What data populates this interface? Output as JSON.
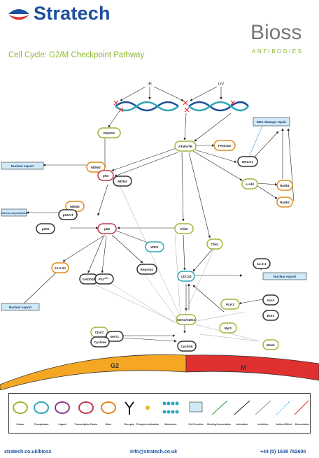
{
  "header": {
    "brand": "Stratech",
    "partner_logo": "Bioss",
    "partner_logo_sub": "ANTIBODIES",
    "title": "Cell Cycle: G2/M Checkpoint Pathway"
  },
  "stimuli": {
    "ir": "IR",
    "uv": "UV"
  },
  "nodes": {
    "dnapk": "DNAPK",
    "atm_atr": "ATM/ATR",
    "fancd2": "FANCD2",
    "brca1": "BRCA1",
    "c_abl": "c-Abl",
    "rad51": "Rad51",
    "rad52": "Rad52",
    "mdm2_a": "MDM2",
    "p53_a": "p53",
    "mdm4": "MDM4",
    "mdm2_b": "MDM2",
    "p19arf": "p19Arf",
    "p300": "p300",
    "p53_b": "p53",
    "wip1": "WIP1",
    "chk2": "Chk2",
    "chk1": "Chk1",
    "gadd45": "GADD45",
    "p21": "P21",
    "p21_sup": "CIP1",
    "reprimo": "Reprimo",
    "s1433": "14-3-3σ",
    "s1433_b": "14-3-3",
    "cdc25": "CDC25",
    "plk1": "PLK1",
    "aurora": "AurA",
    "bora": "Bora",
    "myt1": "Myt1",
    "wee1": "Wee1",
    "cdk1_cdk2": "CDK1/CDK2",
    "cdk7": "CDK7",
    "mat1": "MAT1",
    "cyclinh": "CyclinH",
    "cyclinb": "CyclinB"
  },
  "boxes": {
    "dna_repair": "DNA damage repair",
    "nuclear_export_1": "Nuclear export",
    "nuclear_sequestration": "Nuclear sequestration",
    "nuclear_export_2": "Nuclear export",
    "nuclear_export_3": "Nuclear export"
  },
  "phases": {
    "g2": "G2",
    "m": "M"
  },
  "legend": {
    "items": [
      "Kinase",
      "Phosphatase",
      "Ligand",
      "Transcription Factor",
      "Other",
      "Receptor",
      "Phospho Activation",
      "Membrane",
      "Cell Function",
      "Binding/ Association",
      "Activation",
      "Inhibition",
      "Indirect Effect",
      "Dissociation"
    ]
  },
  "colors": {
    "kinase": "#9ab93a",
    "phosphatase": "#2fa6b8",
    "ligand": "#8b3a8f",
    "transcription_factor": "#c0394f",
    "other": "#e08a1c",
    "g2": "#f5a623",
    "m": "#e03131",
    "brand": "#1c4f9c",
    "accent": "#8bb52e"
  },
  "footer": {
    "website": "stratech.co.uk/bioss",
    "email": "info@stratech.co.uk",
    "phone": "+44 (0) 1638 782600"
  }
}
